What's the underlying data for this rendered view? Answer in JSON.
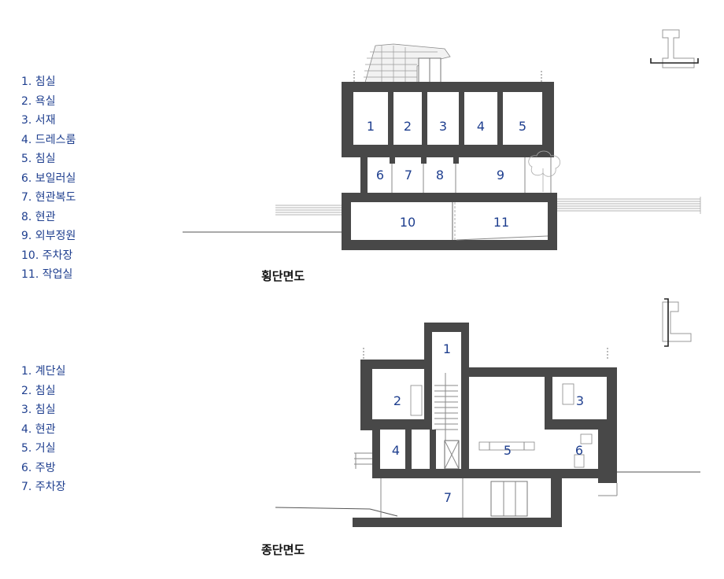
{
  "cross_section": {
    "caption": "횡단면도",
    "legend": [
      "1. 침실",
      "2. 욕실",
      "3. 서재",
      "4. 드레스룸",
      "5. 침실",
      "6. 보일러실",
      "7. 현관복도",
      "8. 현관",
      "9. 외부정원",
      "10. 주차장",
      "11. 작업실"
    ],
    "room_numbers": [
      "1",
      "2",
      "3",
      "4",
      "5",
      "6",
      "7",
      "8",
      "9",
      "10",
      "11"
    ]
  },
  "longitudinal_section": {
    "caption": "종단면도",
    "legend": [
      "1. 계단실",
      "2. 침실",
      "3. 침실",
      "4. 현관",
      "5. 거실",
      "6. 주방",
      "7. 주차장"
    ],
    "room_numbers": [
      "1",
      "2",
      "3",
      "4",
      "5",
      "6",
      "7"
    ]
  },
  "colors": {
    "legend_text": "#1f3f8f",
    "wall": "#484848",
    "caption_text": "#111111"
  },
  "icons": [
    "section-key-plan-icon",
    "brick-wall-hatch",
    "tree-icon"
  ]
}
